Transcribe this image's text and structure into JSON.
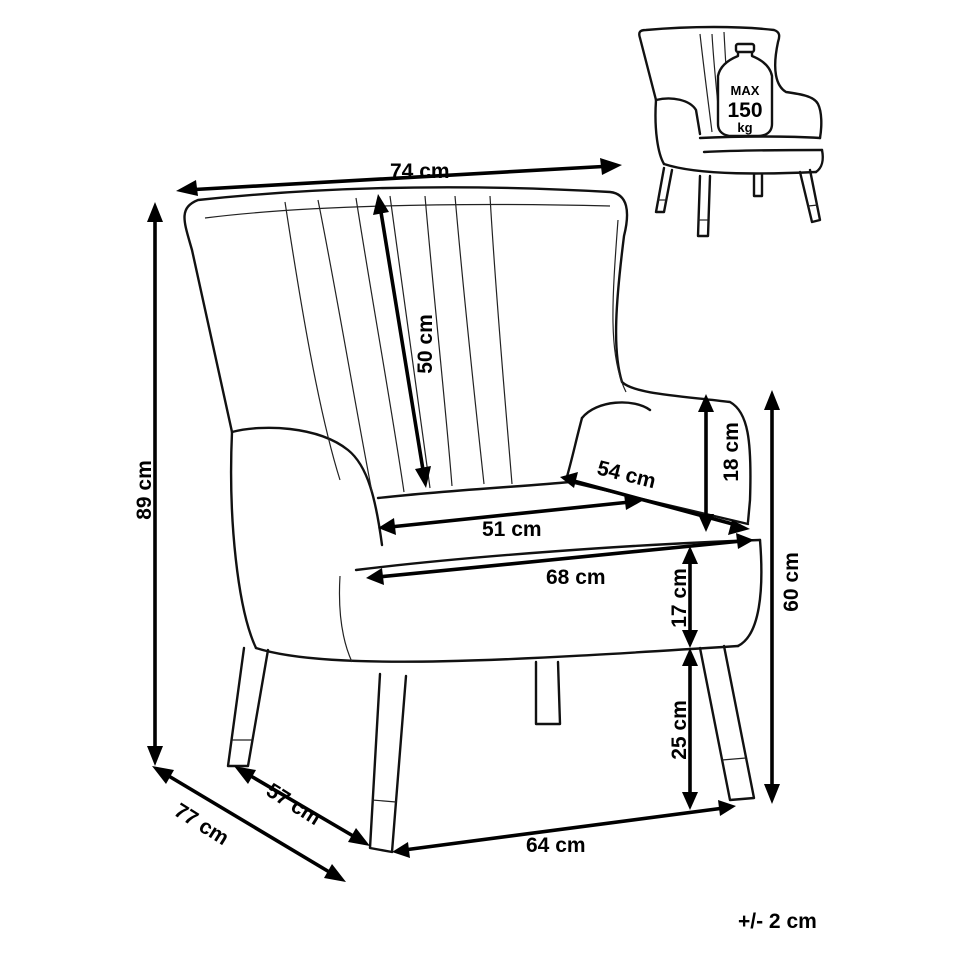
{
  "dimensions": {
    "width_top": "74 cm",
    "backrest_height": "50 cm",
    "total_height": "89 cm",
    "armrest_height": "18 cm",
    "seat_depth": "54 cm",
    "seat_width": "51 cm",
    "seat_front_width": "68 cm",
    "seat_thickness": "17 cm",
    "total_seat_height": "60 cm",
    "leg_height": "25 cm",
    "depth_total": "77 cm",
    "depth_legs": "57 cm",
    "width_legs": "64 cm"
  },
  "tolerance": "+/- 2 cm",
  "max_load": {
    "top": "MAX",
    "value": "150",
    "unit": "kg"
  },
  "colors": {
    "line": "#111111",
    "background": "#ffffff"
  }
}
